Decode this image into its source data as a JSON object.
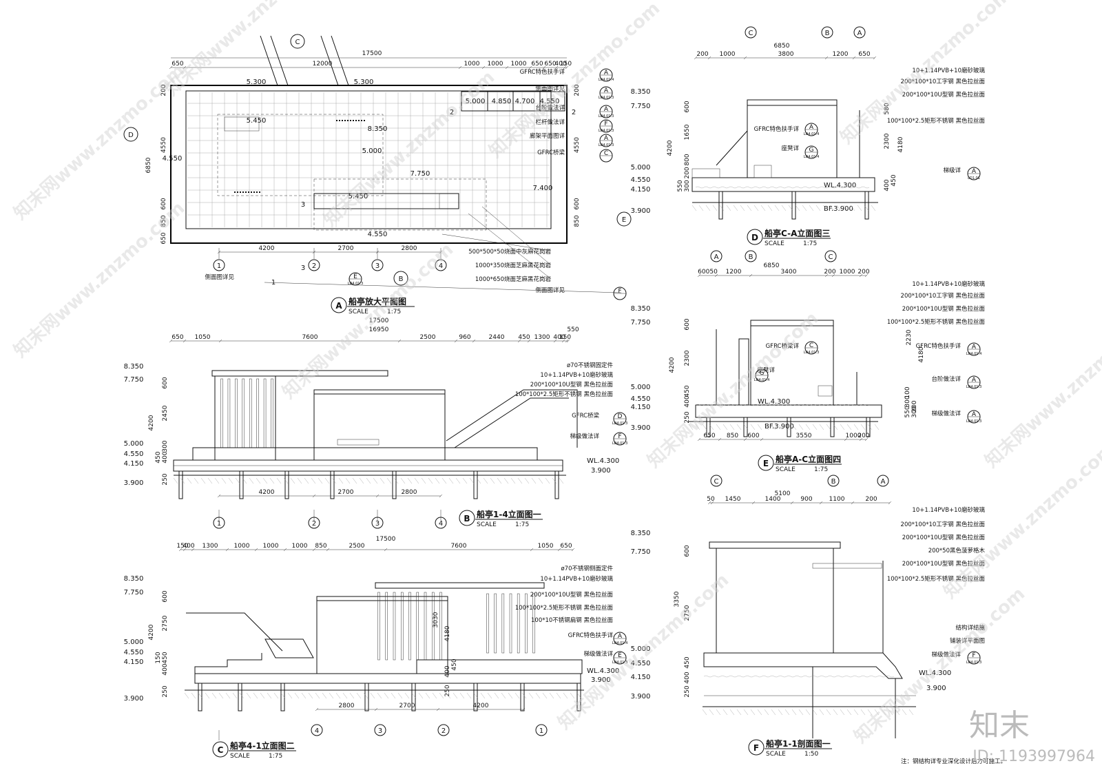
{
  "drawings": {
    "A": {
      "label": "A",
      "title": "船亭放大平面图",
      "scale_word": "SCALE",
      "scale": "1:75",
      "top_total": "17500",
      "top_dims": [
        "650",
        "12000",
        "1000",
        "1000",
        "1000",
        "650",
        "650",
        "400",
        "150"
      ],
      "bottom_dims": [
        "4200",
        "2700",
        "2800"
      ],
      "left_dims": [
        "200",
        "4550",
        "600",
        "850",
        "650"
      ],
      "left_total": "6850",
      "right_dims": [
        "200",
        "4550",
        "600",
        "850"
      ],
      "levels": [
        "5.300",
        "5.300",
        "5.000",
        "4.850",
        "4.700",
        "4.550",
        "5.450",
        "8.350",
        "5.000",
        "7.750",
        "5.450",
        "7.400",
        "4.550",
        "4.550"
      ],
      "notes": [
        "GFRC特色扶手详",
        "侧面图详见",
        "台阶做法详",
        "栏杆做法详",
        "廊架平面图详",
        "GFRC桥梁",
        "500*500*50烧面中灰麻花岗岩",
        "1000*350烧面芝麻黑花岗岩",
        "1000*650烧面芝麻黑花岗岩",
        "侧面图详见",
        "侧面图详见"
      ],
      "refs": [
        "LD4.01.4",
        "LD4.01.3",
        "LD4.01.3",
        "LD4.01.3",
        "LD4.01.3",
        "LD4.01.3"
      ],
      "ref_letters": [
        "A",
        "A",
        "A",
        "F",
        "A",
        "C",
        "E",
        "F"
      ],
      "axes": [
        "1",
        "2",
        "3",
        "4"
      ],
      "section_marks": [
        "2",
        "2",
        "3",
        "3",
        "1"
      ],
      "arrows": [
        "C",
        "D",
        "B",
        "E"
      ]
    },
    "B": {
      "label": "B",
      "title": "船亭1-4立面图一",
      "scale_word": "SCALE",
      "scale": "1:75",
      "top_total": "17500",
      "second_total": "16950",
      "top_dims": [
        "650",
        "1050",
        "7600",
        "2500",
        "960",
        "2440",
        "450",
        "1300",
        "400",
        "150"
      ],
      "top_right": "550",
      "bottom_dims": [
        "4200",
        "2700",
        "2800"
      ],
      "levels": [
        "8.350",
        "7.750",
        "5.000",
        "4.550",
        "4.150",
        "3.900"
      ],
      "vdims": [
        "600",
        "2450",
        "4200",
        "300",
        "400",
        "450",
        "250"
      ],
      "notes": [
        "ø70不锈钢固定件",
        "10+1.14PVB+10磨砂玻璃",
        "200*100*10U型钢 黑色拉丝面",
        "100*100*2.5矩形不锈钢 黑色拉丝面",
        "GFRC桥梁",
        "梯级做法详"
      ],
      "refs": [
        "LD4.01.3",
        "LD4.01.3"
      ],
      "ref_letters": [
        "D",
        "F"
      ],
      "water": "WL.4.300",
      "water_b": "3.900",
      "axes": [
        "1",
        "2",
        "3",
        "4"
      ]
    },
    "C": {
      "label": "C",
      "title": "船亭4-1立面图二",
      "scale_word": "SCALE",
      "scale": "1:75",
      "top_total": "17500",
      "top_dims": [
        "150",
        "400",
        "1300",
        "1000",
        "1000",
        "1000",
        "850",
        "2500",
        "7600",
        "1050",
        "650"
      ],
      "bottom_dims": [
        "2800",
        "2700",
        "4200"
      ],
      "levels": [
        "8.350",
        "7.750",
        "5.000",
        "4.550",
        "4.150",
        "3.900"
      ],
      "vdims": [
        "600",
        "2750",
        "4200",
        "450",
        "150",
        "400",
        "250",
        "3030",
        "4180",
        "400",
        "450",
        "250"
      ],
      "notes": [
        "ø70不锈钢侧面定件",
        "10+1.14PVB+10磨砂玻璃",
        "200*100*10U型钢 黑色拉丝面",
        "100*100*2.5矩形不锈钢 黑色拉丝面",
        "100*10不锈钢扁钢 黑色拉丝面",
        "GFRC特色扶手详",
        "梯级做法详"
      ],
      "refs": [
        "LD4.01.4",
        "LD4.01.3"
      ],
      "ref_letters": [
        "A",
        "E"
      ],
      "water": "WL.4.300",
      "water_b": "3.900",
      "axes": [
        "4",
        "3",
        "2",
        "1"
      ]
    },
    "D": {
      "label": "D",
      "title": "船亭C-A立面图三",
      "scale_word": "SCALE",
      "scale": "1:75",
      "axes": [
        "C",
        "B",
        "A"
      ],
      "top_total": "6850",
      "top_dims": [
        "200",
        "1000",
        "3800",
        "1200",
        "650"
      ],
      "levels": [
        "8.350",
        "7.750",
        "5.000",
        "4.550",
        "4.150",
        "3.900"
      ],
      "vdims": [
        "600",
        "1650",
        "4200",
        "800",
        "200",
        "550",
        "300",
        "580",
        "2300",
        "4180",
        "400",
        "450"
      ],
      "notes": [
        "10+1.14PVB+10磨砂玻璃",
        "200*100*10工字钢 黑色拉丝面",
        "200*100*10U型钢 黑色拉丝面",
        "100*100*2.5矩形不锈钢 黑色拉丝面",
        "GFRC特色扶手详",
        "座凳详",
        "梯级详"
      ],
      "refs": [
        "LD4.01.4",
        "LD4.01.4",
        "LD1.01"
      ],
      "ref_letters": [
        "A",
        "G",
        "A"
      ],
      "water": "WL.4.300",
      "bf": "BF.3.900"
    },
    "E": {
      "label": "E",
      "title": "船亭A-C立面图四",
      "scale_word": "SCALE",
      "scale": "1:75",
      "axes": [
        "A",
        "B",
        "C"
      ],
      "top_total": "6850",
      "top_dims": [
        "60050",
        "1200",
        "3400",
        "200",
        "1000",
        "200"
      ],
      "bottom_dims": [
        "650",
        "850",
        "600",
        "3550",
        "1000",
        "200"
      ],
      "levels": [
        "8.350",
        "7.750",
        "5.000",
        "4.550",
        "4.150",
        "3.900"
      ],
      "vdims": [
        "600",
        "2300",
        "4200",
        "450",
        "400",
        "250",
        "2230",
        "4180",
        "100",
        "300",
        "200",
        "550",
        "300"
      ],
      "notes": [
        "10+1.14PVB+10磨砂玻璃",
        "200*100*10工字钢 黑色拉丝面",
        "200*100*10U型钢 黑色拉丝面",
        "100*100*2.5矩形不锈钢 黑色拉丝面",
        "GFRC桥梁详",
        "座凳详",
        "GFRC特色扶手详",
        "台阶做法详",
        "梯级做法详"
      ],
      "refs": [
        "LD4.01.3",
        "LD4.01.4",
        "LD4.01.4",
        "LD4.01.3",
        "LD4.01.3"
      ],
      "ref_letters": [
        "C",
        "G",
        "A",
        "A",
        "A"
      ],
      "water": "WL.4.300",
      "bf": "BF.3.900"
    },
    "F": {
      "label": "F",
      "title": "船亭1-1剖面图一",
      "scale_word": "SCALE",
      "scale": "1:50",
      "axes": [
        "C",
        "B",
        "A"
      ],
      "top_total": "5100",
      "top_dims": [
        "50",
        "1450",
        "1400",
        "900",
        "1100",
        "200"
      ],
      "levels": [
        "8.350",
        "7.750",
        "5.000",
        "4.550",
        "4.150",
        "3.900"
      ],
      "vdims": [
        "600",
        "3350",
        "2750",
        "450",
        "400",
        "250"
      ],
      "notes": [
        "10+1.14PVB+10磨砂玻璃",
        "200*100*10工字钢 黑色拉丝面",
        "200*100*10U型钢 黑色拉丝面",
        "200*50黑色菠萝格木",
        "200*100*10U型钢 黑色拉丝面",
        "100*100*2.5矩形不锈钢 黑色拉丝面",
        "结构详结施",
        "铺装详平面图",
        "梯级做法详"
      ],
      "refs": [
        "LD4.01.3"
      ],
      "ref_letters": [
        "F"
      ],
      "water": "WL.4.300",
      "water_b": "3.900",
      "footnote": "注：钢结构详专业深化设计后方可施工。"
    }
  },
  "watermark": {
    "text": "知末网www.znzmo.com",
    "brand": "知末",
    "id": "ID: 1193997964"
  }
}
